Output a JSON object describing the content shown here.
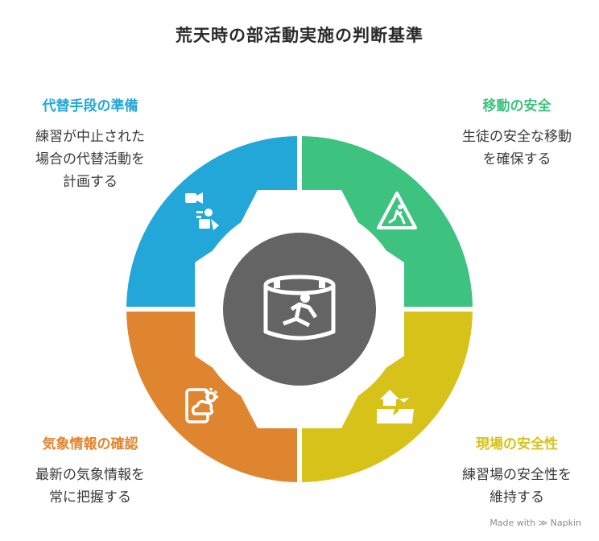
{
  "title": "荒天時の部活動実施の判断基準",
  "colors": {
    "blue": "#22A7D8",
    "green": "#3EC27F",
    "orange": "#E0852F",
    "yellow": "#D7C21A",
    "center": "#646464"
  },
  "segments": [
    {
      "position": "top-left",
      "heading": "代替手段の準備",
      "lines": [
        "練習が中止された",
        "場合の代替活動を",
        "計画する"
      ],
      "icon": "remote-work-icon"
    },
    {
      "position": "top-right",
      "heading": "移動の安全",
      "lines": [
        "生徒の安全な移動",
        "を確保する"
      ],
      "icon": "pedestrian-warning-icon"
    },
    {
      "position": "bottom-left",
      "heading": "気象情報の確認",
      "lines": [
        "最新の気象情報を",
        "常に把握する"
      ],
      "icon": "weather-phone-icon"
    },
    {
      "position": "bottom-right",
      "heading": "現場の安全性",
      "lines": [
        "練習場の安全性を",
        "維持する"
      ],
      "icon": "damaged-house-icon"
    }
  ],
  "center_icon": "safety-enclosure-icon",
  "footer": "Made with ≫ Napkin"
}
